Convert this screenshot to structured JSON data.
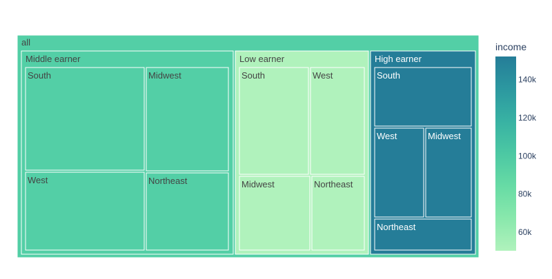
{
  "chart_data": {
    "type": "treemap",
    "root_label": "all",
    "colorbar": {
      "title": "income",
      "ticks": [
        "60k",
        "80k",
        "100k",
        "120k",
        "140k"
      ],
      "tick_values": [
        60000,
        80000,
        100000,
        120000,
        140000
      ],
      "range": [
        50000,
        152000
      ],
      "colorscale": [
        "#b0f2bc",
        "#89e8ac",
        "#67dba5",
        "#4cc8a3",
        "#38b2a3",
        "#2c98a0",
        "#257d98"
      ]
    },
    "groups": [
      {
        "label": "Middle earner",
        "color": "#53cfa6",
        "children": [
          {
            "label": "South",
            "color": "#53cfa6"
          },
          {
            "label": "Midwest",
            "color": "#53cfa6"
          },
          {
            "label": "West",
            "color": "#53cfa6"
          },
          {
            "label": "Northeast",
            "color": "#53cfa6"
          }
        ]
      },
      {
        "label": "Low earner",
        "color": "#b0f2bc",
        "children": [
          {
            "label": "South",
            "color": "#b0f2bc"
          },
          {
            "label": "West",
            "color": "#b0f2bc"
          },
          {
            "label": "Midwest",
            "color": "#b0f2bc"
          },
          {
            "label": "Northeast",
            "color": "#b0f2bc"
          }
        ]
      },
      {
        "label": "High earner",
        "color": "#257d98",
        "children": [
          {
            "label": "South",
            "color": "#257d98"
          },
          {
            "label": "West",
            "color": "#257d98"
          },
          {
            "label": "Midwest",
            "color": "#257d98"
          },
          {
            "label": "Northeast",
            "color": "#257d98"
          }
        ]
      }
    ],
    "root_color": "#53cfa6"
  }
}
